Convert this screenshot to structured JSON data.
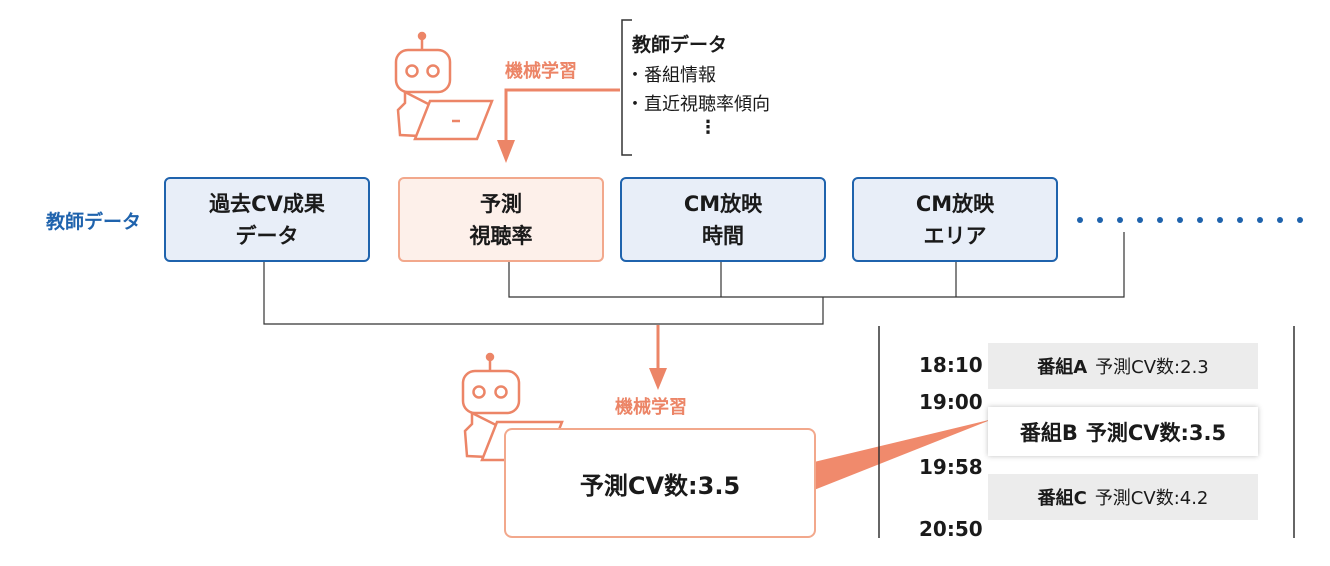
{
  "colors": {
    "blue": "#1f63ad",
    "orange": "#ec8567",
    "box_blue_bg": "#e8eef8",
    "box_orange_bg": "#fdf0ea",
    "gray": "#ececec"
  },
  "icons": [
    "robot-icon",
    "laptop-icon"
  ],
  "teacher_data": {
    "title": "教師データ",
    "items": [
      "・番組情報",
      "・直近視聴率傾向"
    ],
    "ellipsis": "⋮"
  },
  "ml_label_top": "機械学習",
  "ml_label_bottom": "機械学習",
  "teacher_side_label": "教師データ",
  "boxes": [
    {
      "line1": "過去CV成果",
      "line2": "データ"
    },
    {
      "line1": "予測",
      "line2": "視聴率"
    },
    {
      "line1": "CM放映",
      "line2": "時間"
    },
    {
      "line1": "CM放映",
      "line2": "エリア"
    }
  ],
  "result": "予測CV数:3.5",
  "times": [
    "18:10",
    "19:00",
    "19:58",
    "20:50"
  ],
  "programs": [
    {
      "name": "番組A",
      "prediction": "予測CV数:2.3"
    },
    {
      "name": "番組B",
      "prediction": "予測CV数:3.5"
    },
    {
      "name": "番組C",
      "prediction": "予測CV数:4.2"
    }
  ]
}
